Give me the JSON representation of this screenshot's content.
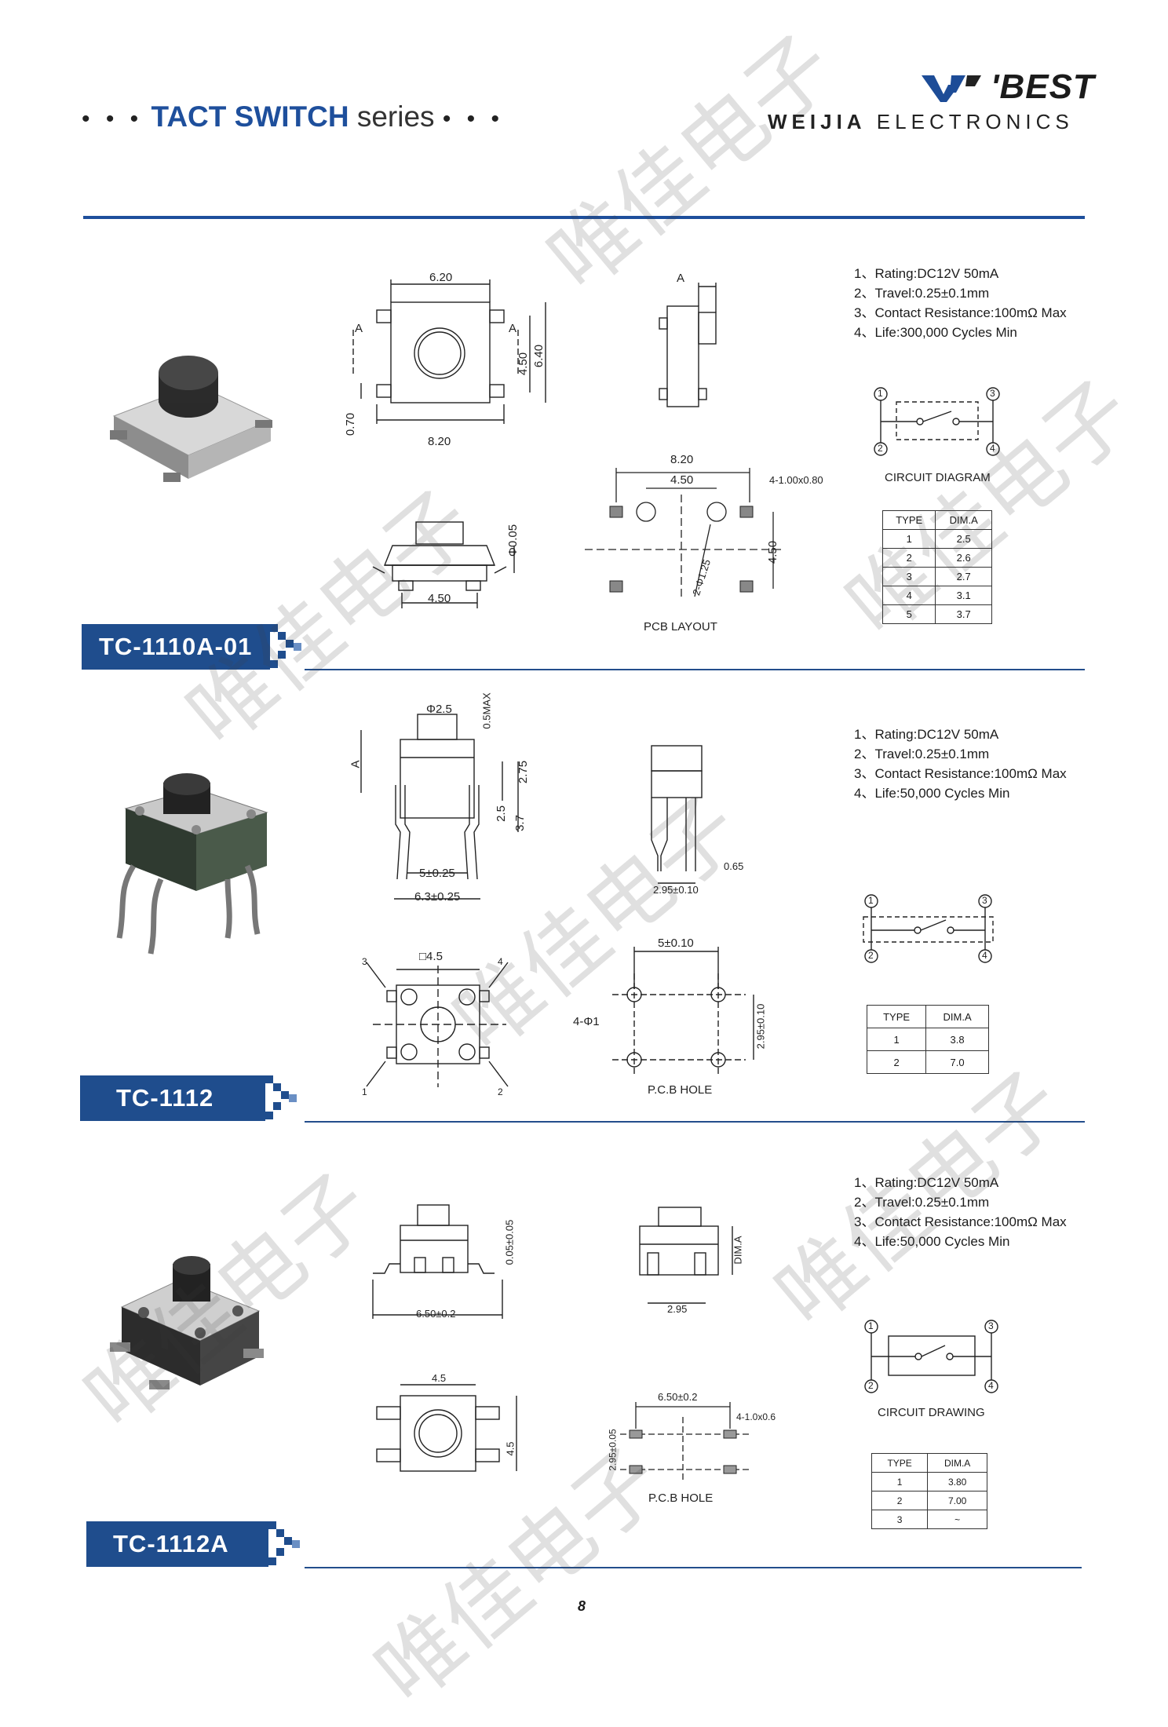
{
  "header": {
    "dots_left": "• • •",
    "title_bold": "TACT SWITCH",
    "title_rest": " series",
    "dots_right": "• • •",
    "brand": "'BEST",
    "brand_sub_bold": "WEIJIA",
    "brand_sub_rest": " ELECTRONICS"
  },
  "watermark_text": "唯佳电子",
  "sections": [
    {
      "model": "TC-1110A-01",
      "specs": [
        "1、Rating:DC12V 50mA",
        "2、Travel:0.25±0.1mm",
        "3、Contact Resistance:100mΩ Max",
        "4、Life:300,000 Cycles Min"
      ],
      "circuit_caption": "CIRCUIT DIAGRAM",
      "pcb_caption": "PCB LAYOUT",
      "table_header": [
        "TYPE",
        "DIM.A"
      ],
      "table_rows": [
        [
          "1",
          "2.5"
        ],
        [
          "2",
          "2.6"
        ],
        [
          "3",
          "2.7"
        ],
        [
          "4",
          "3.1"
        ],
        [
          "5",
          "3.7"
        ]
      ],
      "dims": {
        "top_width": "6.20",
        "bottom_width": "8.20",
        "height_a": "4.50",
        "height_b": "6.40",
        "pin": "0.70",
        "side_a": "A",
        "front_base": "4.50",
        "front_hole": "Φ0.05",
        "pcb_w": "8.20",
        "pcb_inner": "4.50",
        "pcb_pad": "4-1.00x0.80",
        "pcb_h": "4.50",
        "pcb_hole": "2-Φ1.25"
      },
      "pins": [
        "1",
        "2",
        "3",
        "4"
      ]
    },
    {
      "model": "TC-1112",
      "specs": [
        "1、Rating:DC12V 50mA",
        "2、Travel:0.25±0.1mm",
        "3、Contact Resistance:100mΩ Max",
        "4、Life:50,000 Cycles Min"
      ],
      "pcb_caption": "P.C.B HOLE",
      "table_header": [
        "TYPE",
        "DIM.A"
      ],
      "table_rows": [
        [
          "1",
          "3.8"
        ],
        [
          "2",
          "7.0"
        ]
      ],
      "dims": {
        "button": "Φ2.5",
        "max": "0.5MAX",
        "a": "A",
        "h1": "2.75",
        "h2": "2.5",
        "h3": "3.7",
        "w1": "5±0.25",
        "w2": "6.3±0.25",
        "side_w": "2.95±0.10",
        "side_t": "0.65",
        "sq": "□4.5",
        "hole_w": "5±0.10",
        "hole_h": "2.95±0.10",
        "hole": "4-Φ1"
      },
      "pins": [
        "1",
        "2",
        "3",
        "4"
      ]
    },
    {
      "model": "TC-1112A",
      "specs": [
        "1、Rating:DC12V 50mA",
        "2、Travel:0.25±0.1mm",
        "3、Contact Resistance:100mΩ Max",
        "4、Life:50,000 Cycles Min"
      ],
      "circuit_caption": "CIRCUIT DRAWING",
      "pcb_caption": "P.C.B HOLE",
      "table_header": [
        "TYPE",
        "DIM.A"
      ],
      "table_rows": [
        [
          "1",
          "3.80"
        ],
        [
          "2",
          "7.00"
        ],
        [
          "3",
          "~"
        ]
      ],
      "dims": {
        "w": "6.50±0.2",
        "flat": "0.05±0.05",
        "dima": "DIM.A",
        "side_w": "2.95",
        "top": "4.5",
        "top_h": "4.5",
        "pcb_w": "6.50±0.2",
        "pcb_h": "2.95±0.05",
        "pad": "4-1.0x0.6"
      },
      "pins": [
        "1",
        "2",
        "3",
        "4"
      ]
    }
  ],
  "page_number": "8"
}
